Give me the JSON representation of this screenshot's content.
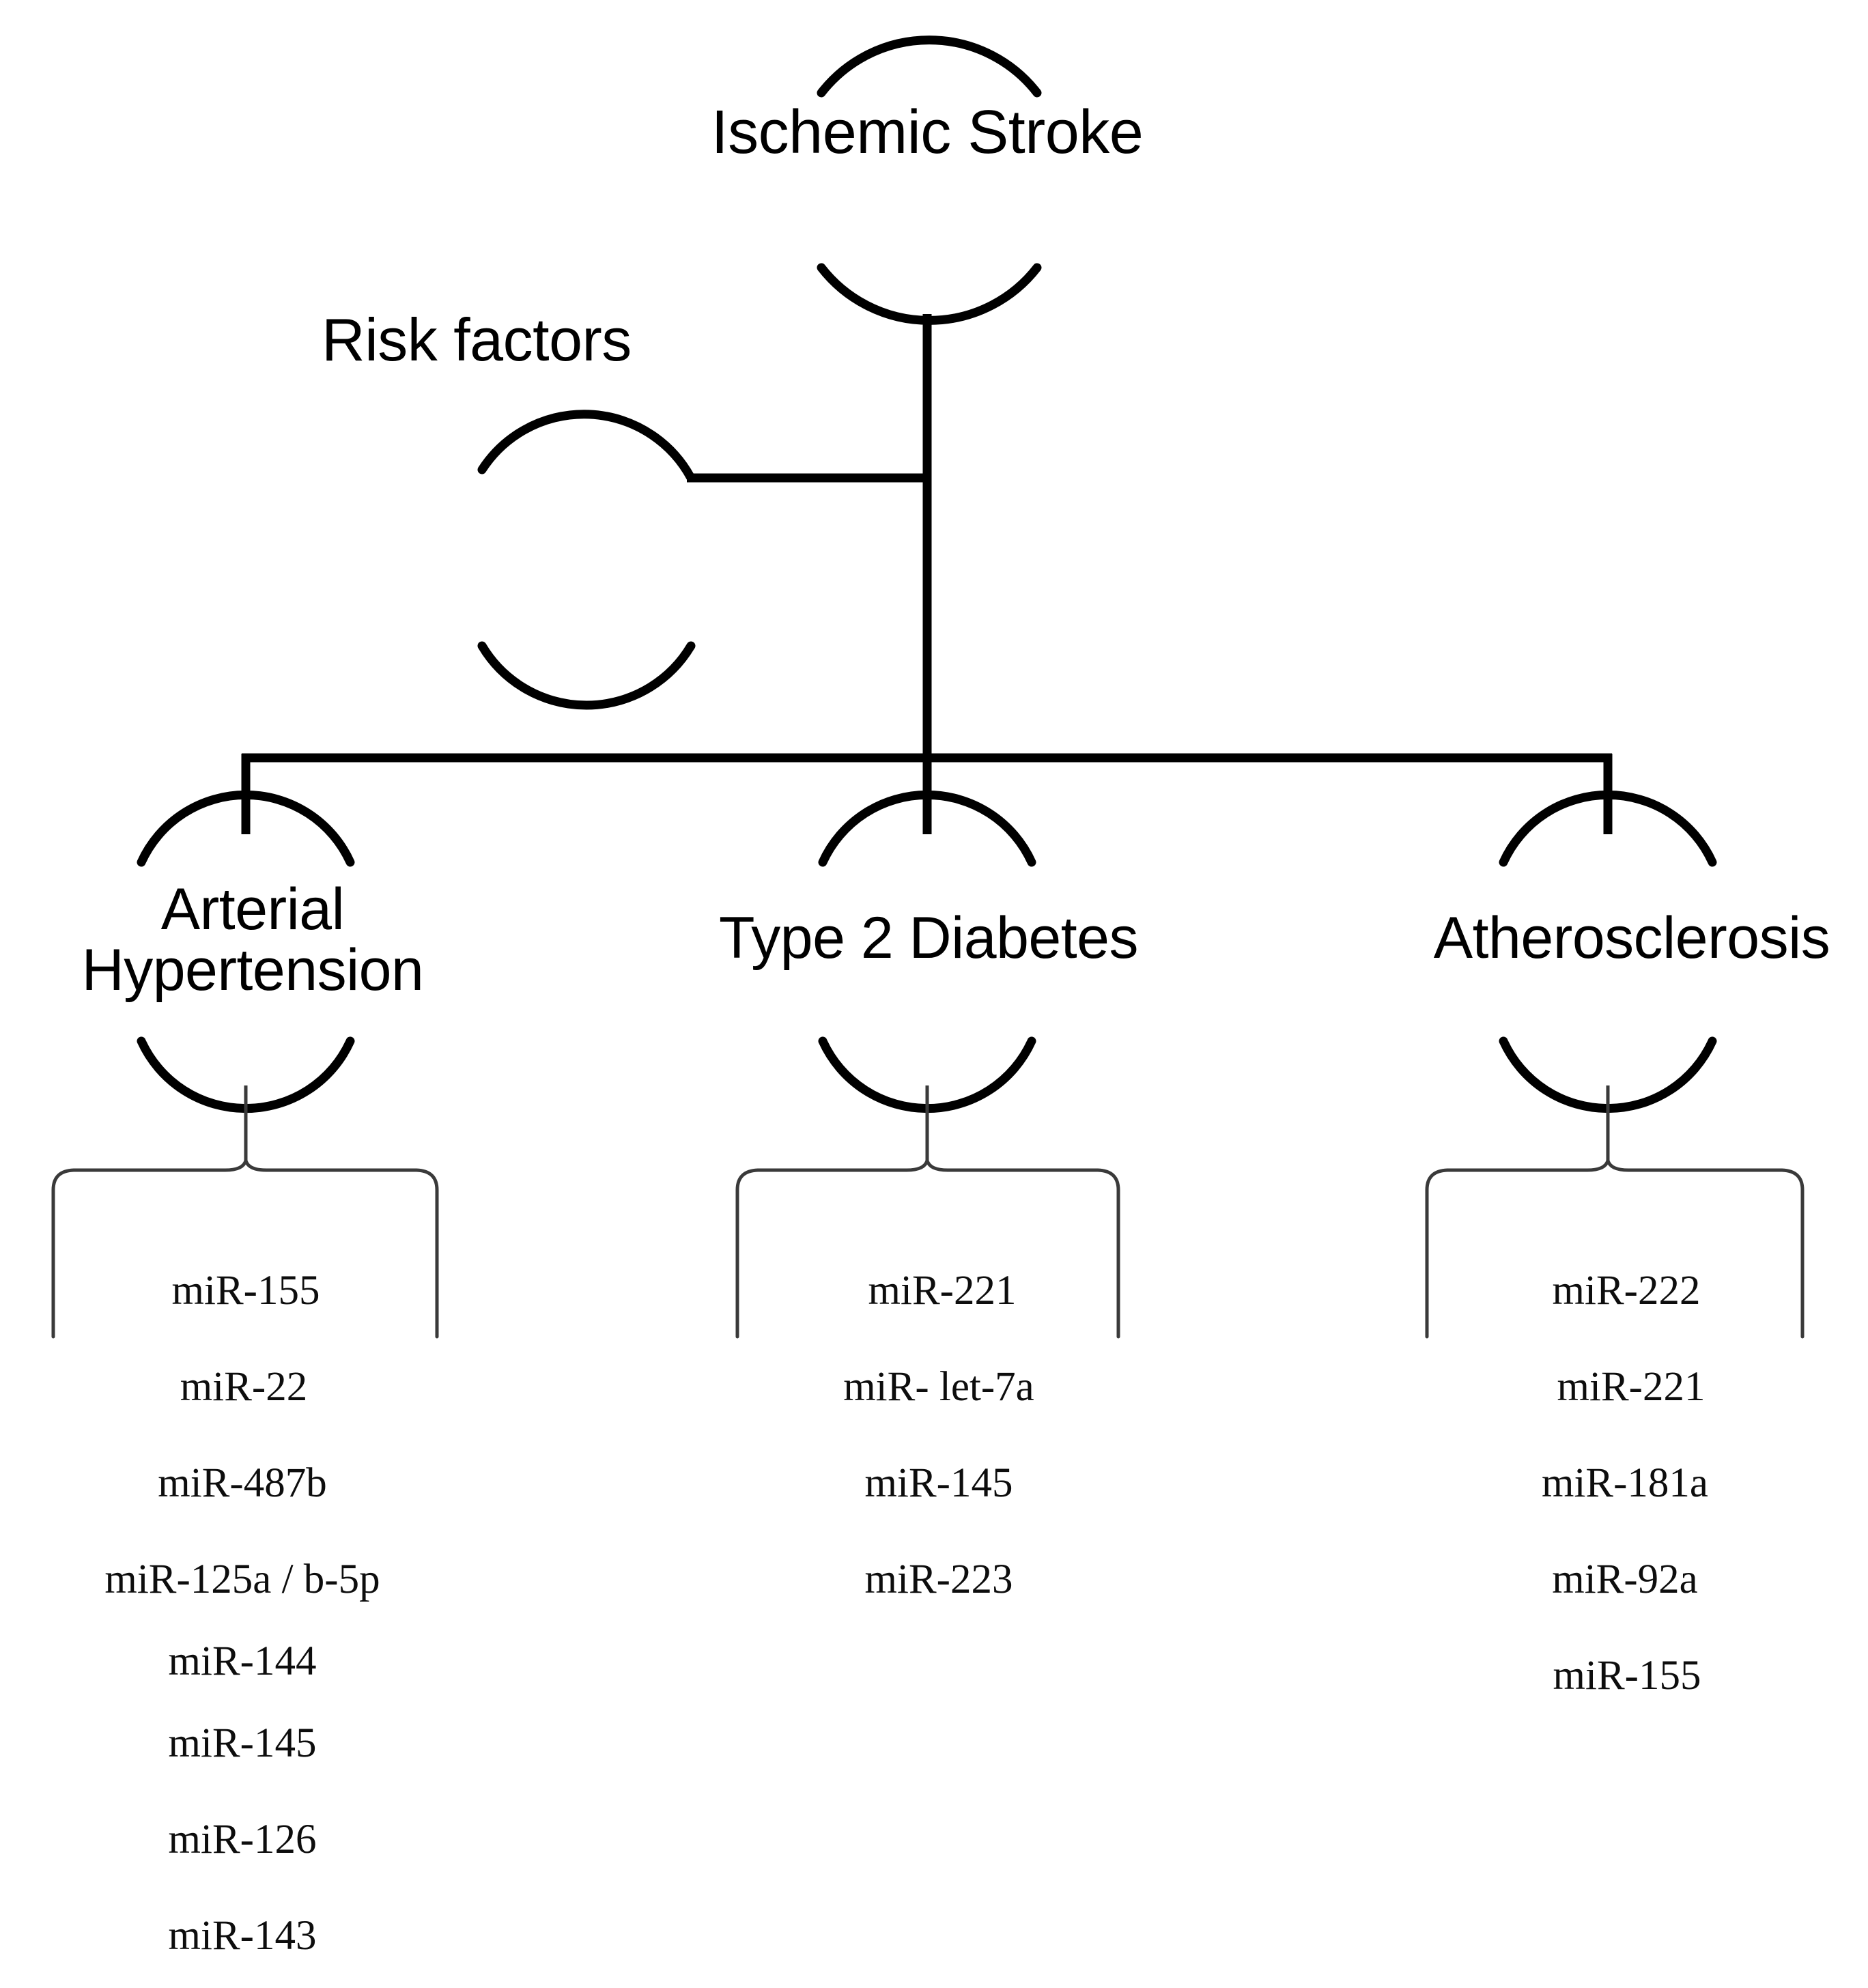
{
  "diagram": {
    "type": "hierarchy-tree",
    "root": {
      "label": "Ischemic Stroke"
    },
    "annotation": {
      "label": "Risk factors"
    },
    "branches": [
      {
        "label": "Arterial\nHypertension",
        "mirnas": [
          "miR-155",
          "miR-22",
          "miR-487b",
          "miR-125a / b-5p",
          "miR-144",
          "miR-145",
          "miR-126",
          "miR-143"
        ]
      },
      {
        "label": "Type 2 Diabetes",
        "mirnas": [
          "miR-221",
          "miR- let-7a",
          "miR-145",
          "miR-223"
        ]
      },
      {
        "label": "Atherosclerosis",
        "mirnas": [
          "miR-222",
          "miR-221",
          "miR-181a",
          "miR-92a",
          "miR-155"
        ]
      }
    ],
    "colors": {
      "stroke": "#000000",
      "brace": "#3a3a3a",
      "background": "#ffffff",
      "text": "#000000"
    }
  }
}
